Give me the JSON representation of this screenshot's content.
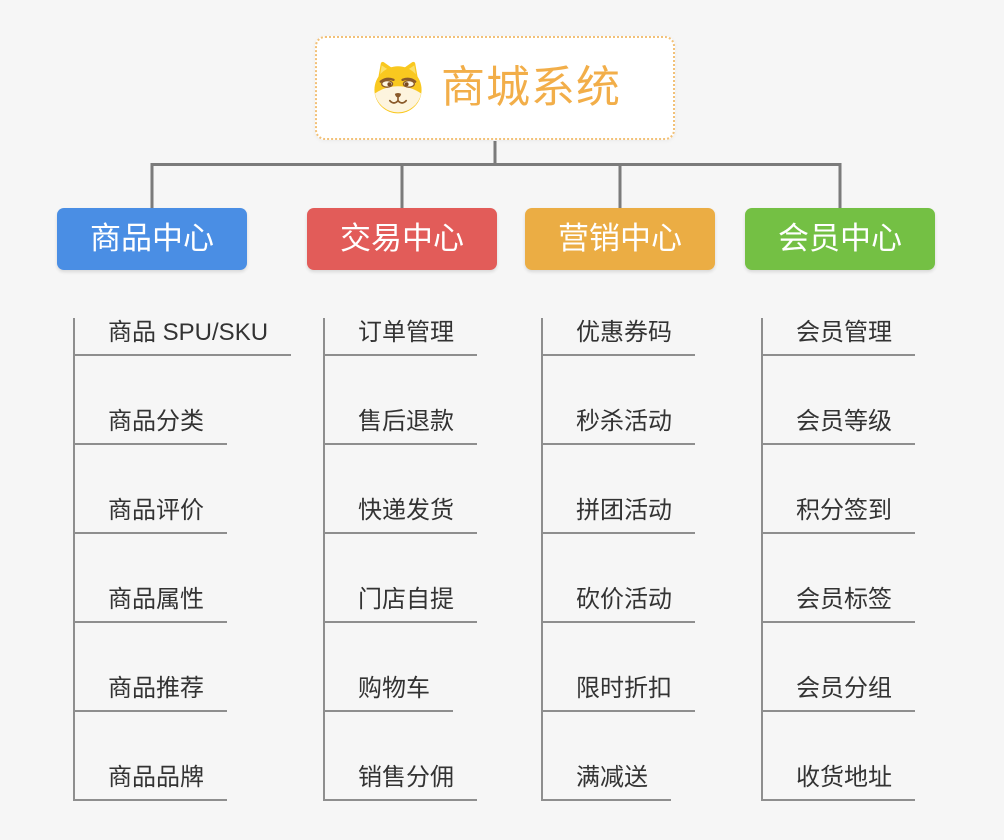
{
  "root": {
    "title": "商城系统",
    "icon": "dog-face-icon"
  },
  "branches": [
    {
      "label": "商品中心",
      "color": "#4a8ee4",
      "children": [
        "商品 SPU/SKU",
        "商品分类",
        "商品评价",
        "商品属性",
        "商品推荐",
        "商品品牌"
      ]
    },
    {
      "label": "交易中心",
      "color": "#e25c59",
      "children": [
        "订单管理",
        "售后退款",
        "快递发货",
        "门店自提",
        "购物车",
        "销售分佣"
      ]
    },
    {
      "label": "营销中心",
      "color": "#ebad44",
      "children": [
        "优惠券码",
        "秒杀活动",
        "拼团活动",
        "砍价活动",
        "限时折扣",
        "满减送"
      ]
    },
    {
      "label": "会员中心",
      "color": "#74c044",
      "children": [
        "会员管理",
        "会员等级",
        "积分签到",
        "会员标签",
        "会员分组",
        "收货地址"
      ]
    }
  ],
  "colors": {
    "background": "#f6f6f6",
    "connector": "#7b7b7b",
    "child_line": "#8e8e8e",
    "child_text": "#333333",
    "root_text": "#f2ae49",
    "root_border": "#f2c178"
  }
}
